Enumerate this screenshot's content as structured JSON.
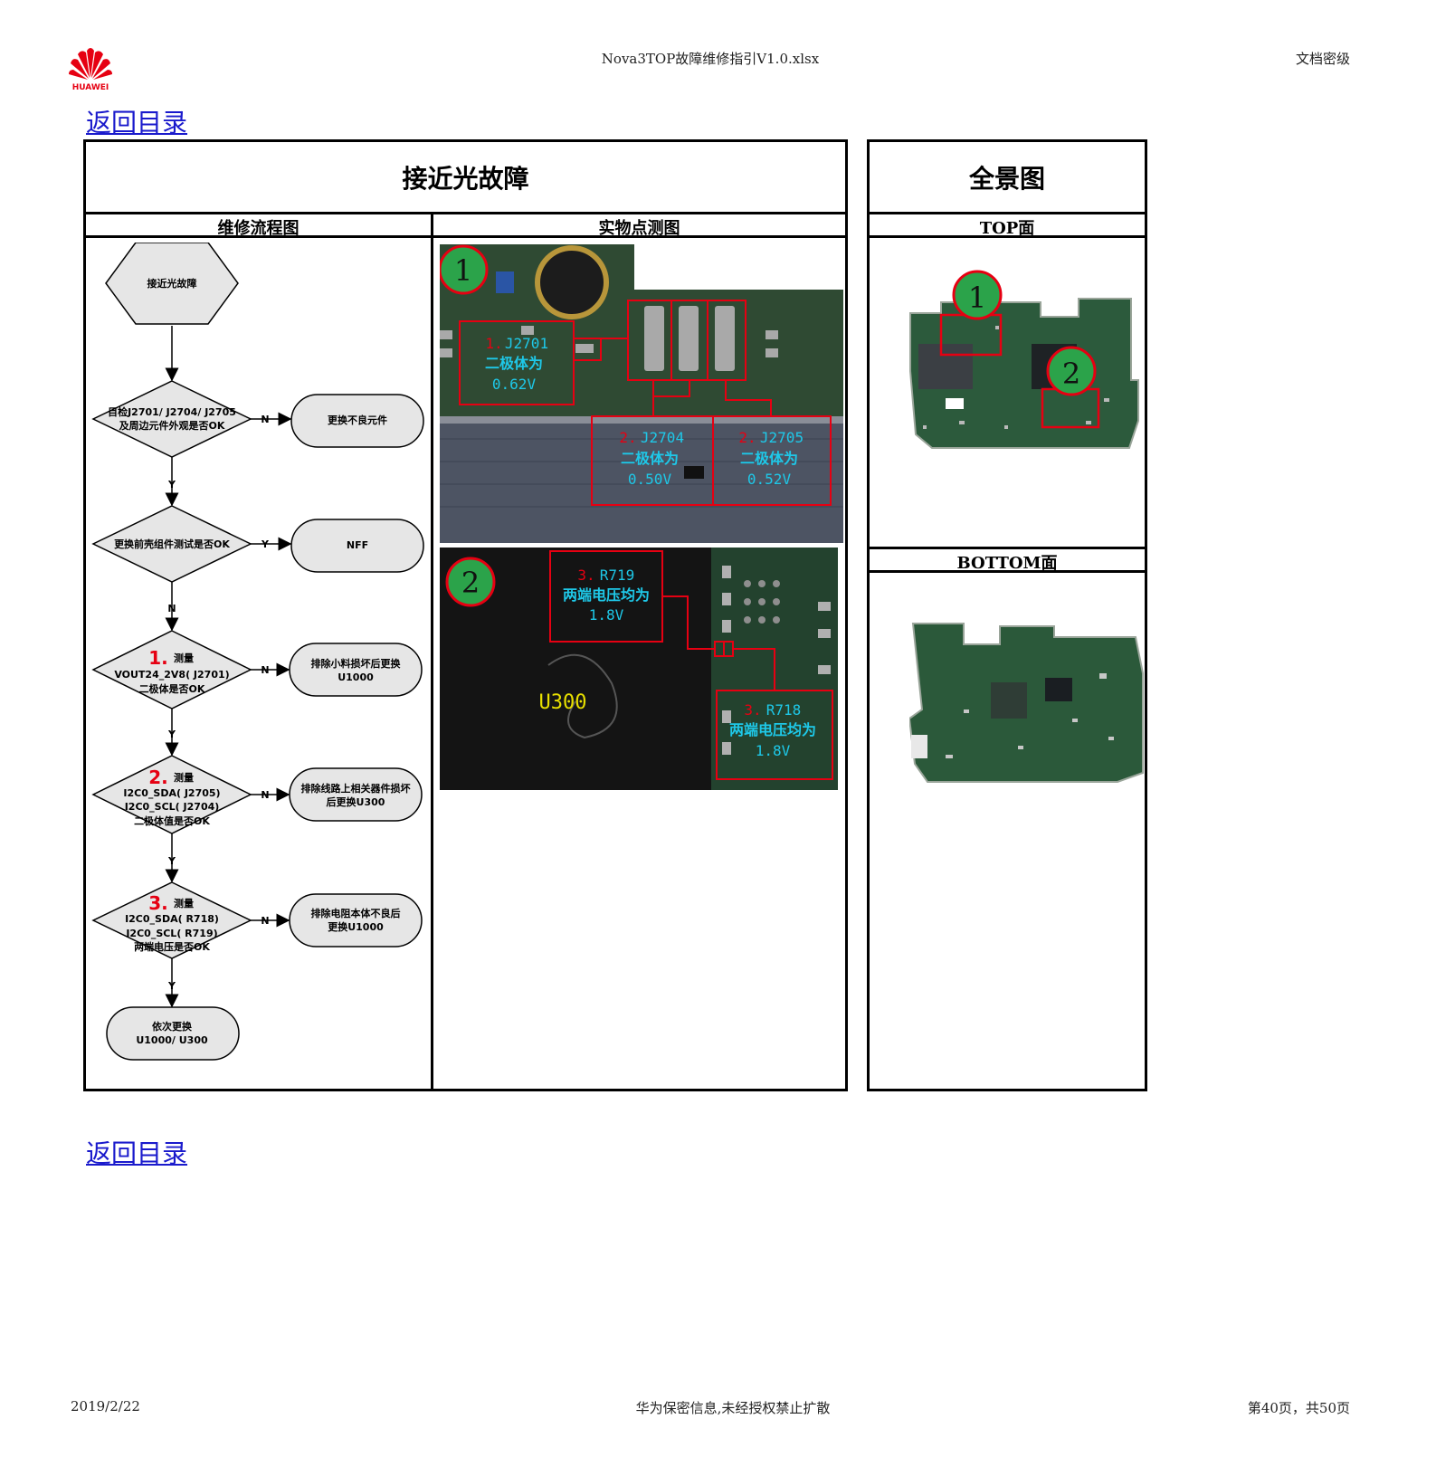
{
  "header": {
    "brand": "HUAWEI",
    "doc_title": "Nova3TOP故障维修指引V1.0.xlsx",
    "classification": "文档密级"
  },
  "back_link": "返回目录",
  "main_title": "接近光故障",
  "panorama_title": "全景图",
  "col_flow": "维修流程图",
  "col_photo": "实物点测图",
  "top_face": "TOP面",
  "bottom_face": "BOTTOM面",
  "flow": {
    "start": "接近光故障",
    "d1": [
      "目检J2701/ J2704/ J2705",
      "及周边元件外观是否OK"
    ],
    "r1": "更换不良元件",
    "d2": "更换前壳组件测试是否OK",
    "r2": "NFF",
    "d3_num": "1.",
    "d3": [
      "测量",
      "VOUT24_2V8( J2701)",
      "二极体是否OK"
    ],
    "r3": [
      "排除小料损坏后更换",
      "U1000"
    ],
    "d4_num": "2.",
    "d4": [
      "测量",
      "I2C0_SDA( J2705)",
      "I2C0_SCL( J2704)",
      "二极体值是否OK"
    ],
    "r4": [
      "排除线路上相关器件损坏",
      "后更换U300"
    ],
    "d5_num": "3.",
    "d5": [
      "测量",
      "I2C0_SDA( R718)",
      "I2C0_SCL( R719)",
      "两端电压是否OK"
    ],
    "r5": [
      "排除电阻本体不良后",
      "更换U1000"
    ],
    "end": [
      "依次更换",
      "U1000/ U300"
    ],
    "y": "Y",
    "n": "N"
  },
  "photo1": {
    "badge": "1",
    "j2701": {
      "num": "1.",
      "ref": "J2701",
      "desc": "二极体为",
      "val": "0.62V"
    },
    "j2704": {
      "num": "2.",
      "ref": "J2704",
      "desc": "二极体为",
      "val": "0.50V"
    },
    "j2705": {
      "num": "2.",
      "ref": "J2705",
      "desc": "二极体为",
      "val": "0.52V"
    }
  },
  "photo2": {
    "badge": "2",
    "chip": "U300",
    "r719": {
      "num": "3.",
      "ref": "R719",
      "desc": "两端电压均为",
      "val": "1.8V"
    },
    "r718": {
      "num": "3.",
      "ref": "R718",
      "desc": "两端电压均为",
      "val": "1.8V"
    }
  },
  "pano_badges": [
    "1",
    "2"
  ],
  "footer": {
    "date": "2019/2/22",
    "notice": "华为保密信息,未经授权禁止扩散",
    "page": "第40页，共50页"
  }
}
